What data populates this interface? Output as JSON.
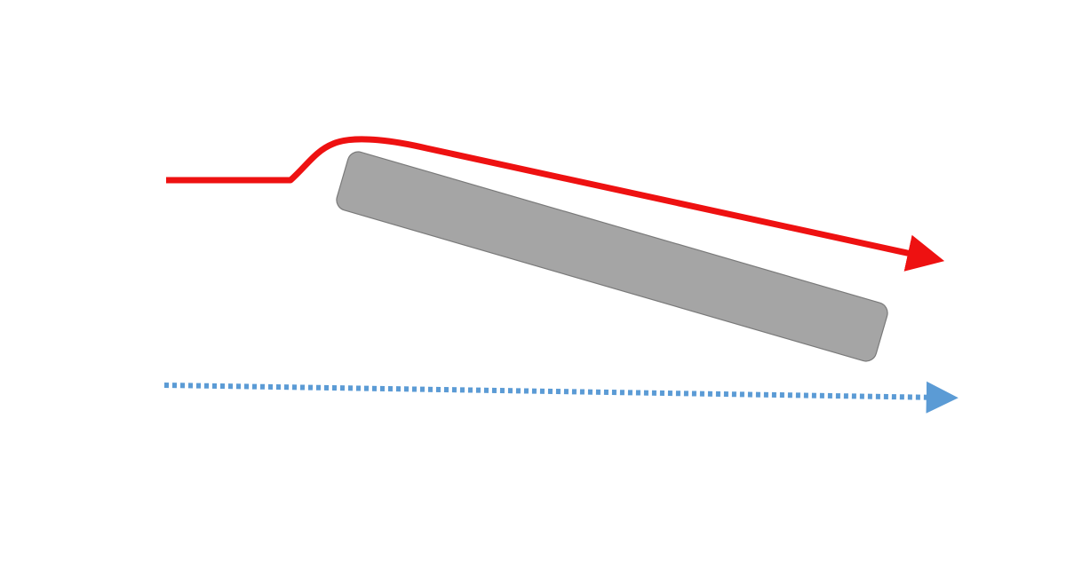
{
  "diagram": {
    "background_color": "#ffffff",
    "deflected_flow": {
      "color": "#ee1111",
      "line_style": "solid",
      "arrowhead": "filled-triangle"
    },
    "undisturbed_flow": {
      "color": "#5b9bd5",
      "line_style": "dotted",
      "arrowhead": "filled-triangle"
    },
    "inclined_plate": {
      "fill_color": "#a5a5a5",
      "stroke_color": "#7a7a7a",
      "shape": "rounded-rectangle"
    }
  }
}
